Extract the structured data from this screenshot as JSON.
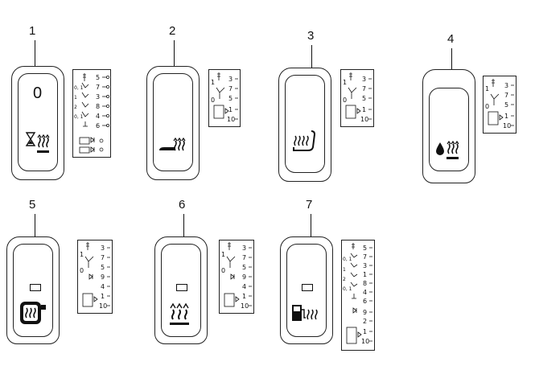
{
  "items": [
    {
      "callout": "1",
      "switch_label": "0",
      "switch_type": "heated-seat-with-timer",
      "pins": [
        "5",
        "7",
        "3",
        "8",
        "4",
        "6"
      ],
      "positions": [
        "0, 1",
        "1",
        "2",
        "0, 1"
      ]
    },
    {
      "callout": "2",
      "switch_type": "heated-seat-cushion",
      "pins": [
        "3",
        "7",
        "5",
        "1",
        "10"
      ],
      "positions": [
        "1",
        "0"
      ]
    },
    {
      "callout": "3",
      "switch_type": "heated-seat-full",
      "pins": [
        "3",
        "7",
        "5",
        "1",
        "10"
      ],
      "positions": [
        "1",
        "0"
      ]
    },
    {
      "callout": "4",
      "switch_type": "heated-washer-fluid",
      "pins": [
        "3",
        "7",
        "5",
        "1",
        "10"
      ],
      "positions": [
        "1",
        "0"
      ]
    },
    {
      "callout": "5",
      "switch_type": "heated-steering-wheel",
      "pins": [
        "3",
        "7",
        "5",
        "9",
        "4",
        "1",
        "10"
      ],
      "positions": [
        "1",
        "0"
      ]
    },
    {
      "callout": "6",
      "switch_type": "heated-rear-window",
      "pins": [
        "3",
        "7",
        "5",
        "9",
        "4",
        "1",
        "10"
      ],
      "positions": [
        "1",
        "0"
      ]
    },
    {
      "callout": "7",
      "switch_type": "heated-fuel-filter",
      "pins": [
        "5",
        "7",
        "3",
        "1",
        "8",
        "4",
        "6",
        "9",
        "2",
        "1",
        "10"
      ],
      "positions": [
        "0, 1",
        "1",
        "2",
        "0, 1"
      ]
    }
  ]
}
